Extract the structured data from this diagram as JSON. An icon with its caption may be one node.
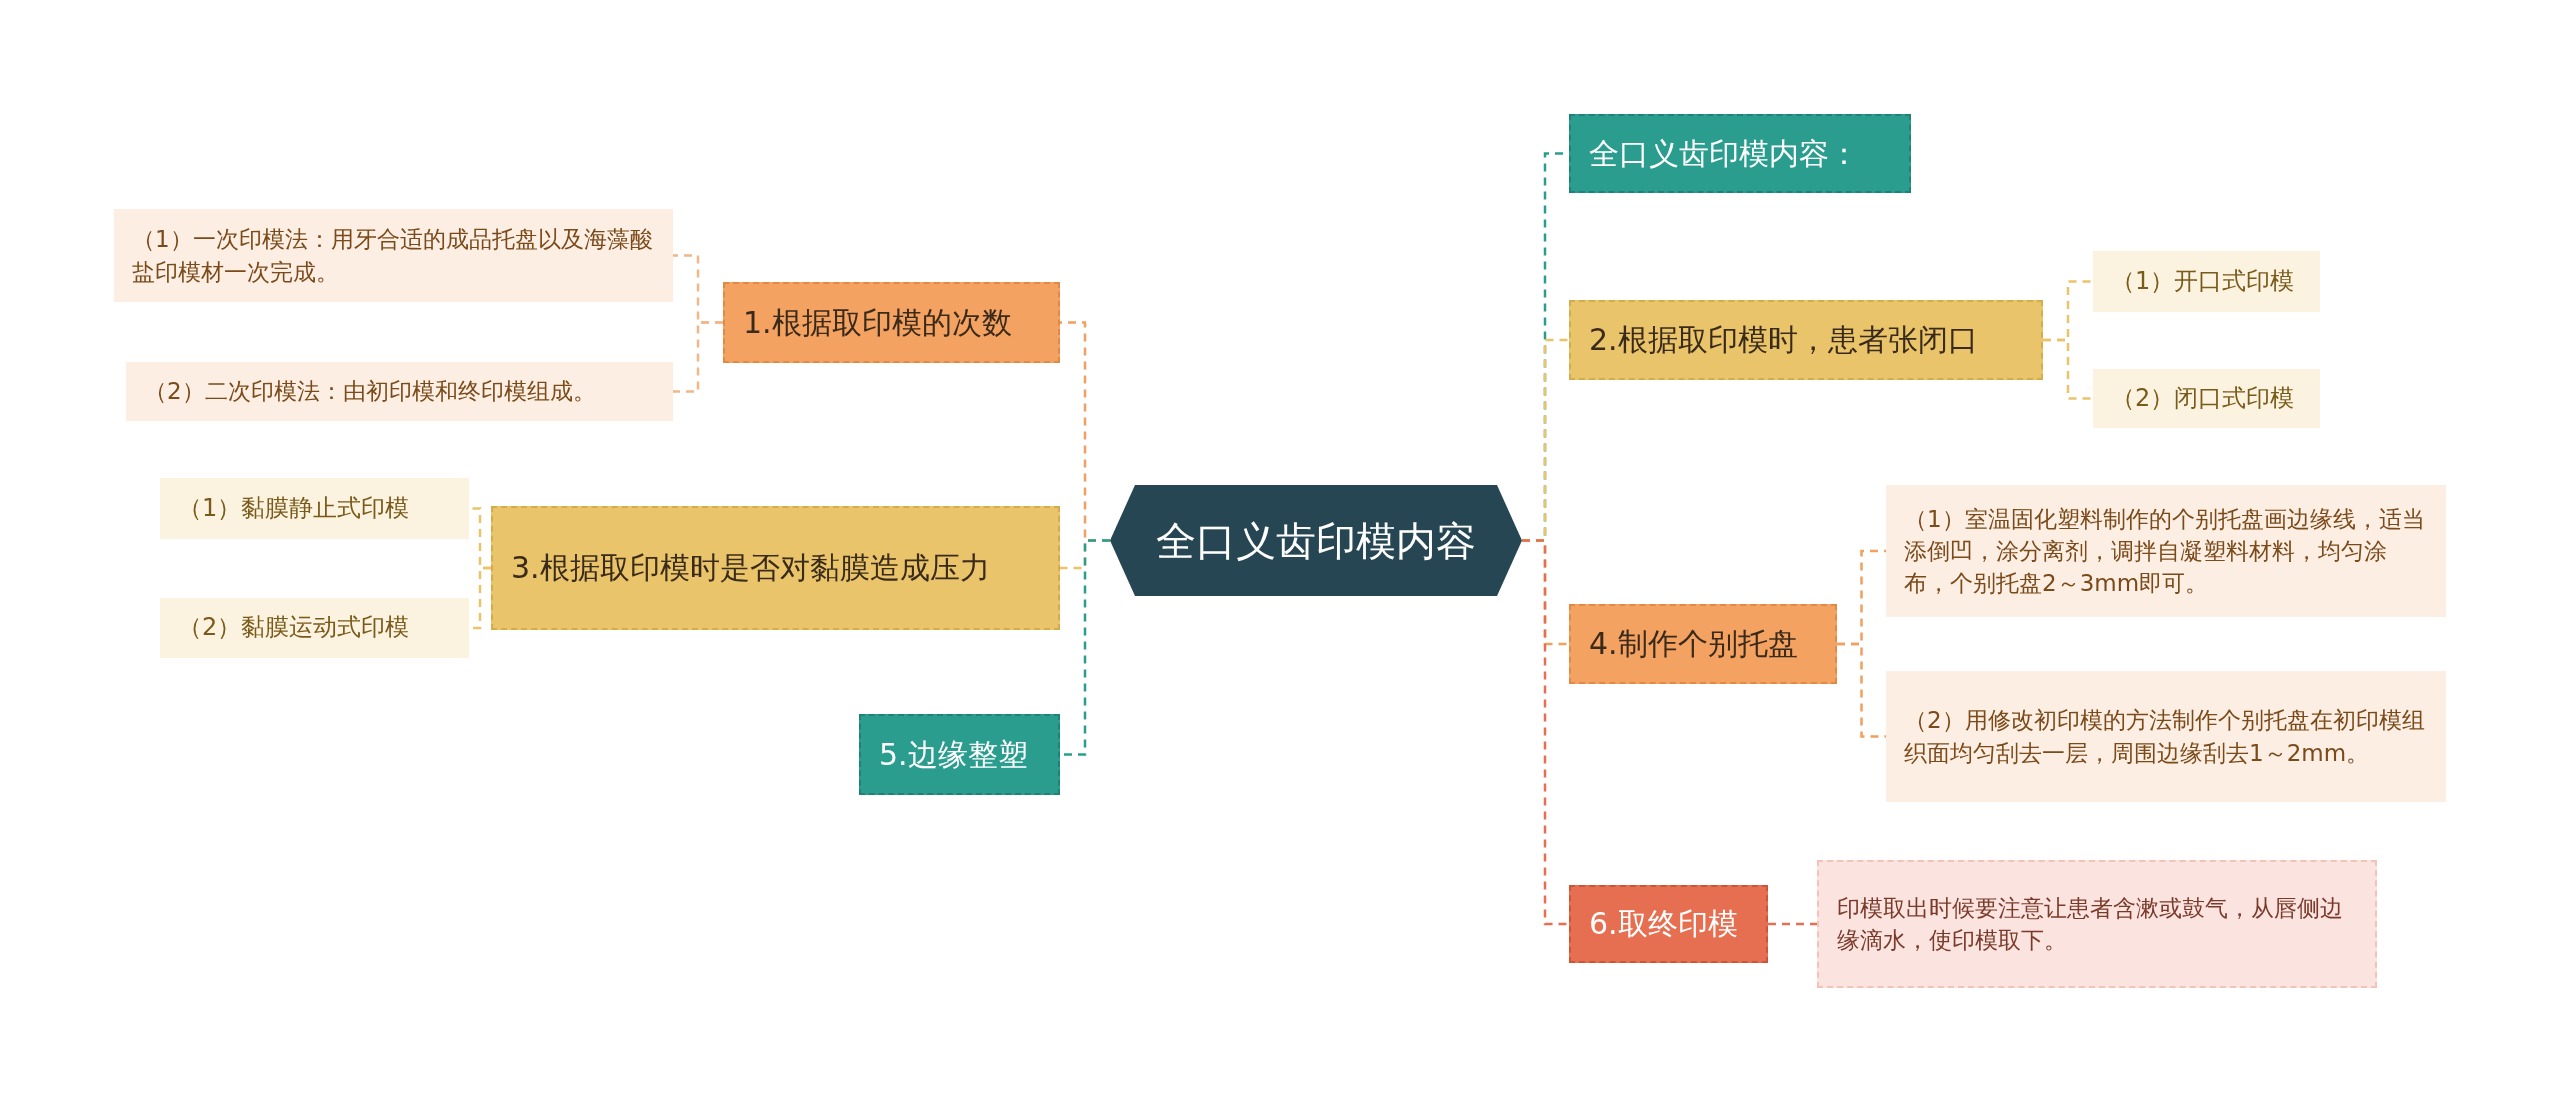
{
  "diagram": {
    "nodes": [
      {
        "text": [
          "全口义齿印模内容"
        ]
      },
      {
        "text": [
          "1.根据取印模的次数"
        ]
      },
      {
        "text": [
          "（1）一次印模法：用牙合适的成品托盘以及海藻酸盐印模材一次完成。"
        ]
      },
      {
        "text": [
          "（2）二次印模法：由初印模和终印模组成。"
        ]
      },
      {
        "text": [
          "3.根据取印模时是否对黏膜造成压力"
        ]
      },
      {
        "text": [
          "（1）黏膜静止式印模"
        ]
      },
      {
        "text": [
          "（2）黏膜运动式印模"
        ]
      },
      {
        "text": [
          "5.边缘整塑"
        ]
      },
      {
        "text": [
          "全口义齿印模内容："
        ]
      },
      {
        "text": [
          "2.根据取印模时，患者张闭口"
        ]
      },
      {
        "text": [
          "（1）开口式印模"
        ]
      },
      {
        "text": [
          "（2）闭口式印模"
        ]
      },
      {
        "text": [
          "4.制作个别托盘"
        ]
      },
      {
        "text": [
          "（1）室温固化塑料制作的个别托盘画边缘线，适当添倒凹，涂分离剂，调拌自凝塑料材料，均匀涂布，个别托盘2～3mm即可。"
        ]
      },
      {
        "text": [
          "（2）用修改初印模的方法制作个别托盘在初印模组织面均匀刮去一层，周围边缘刮去1～2mm。"
        ]
      },
      {
        "text": [
          "6.取终印模"
        ]
      },
      {
        "text": [
          "印模取出时候要注意让患者含漱或鼓气，从唇侧边缘滴水，使印模取下。"
        ]
      }
    ],
    "edges": [
      {
        "from": 0,
        "to": 1,
        "arrow": "none",
        "style": "dashed",
        "color": "#f0a060"
      },
      {
        "from": 1,
        "to": 2,
        "arrow": "none",
        "style": "dashed",
        "color": "#f0b888"
      },
      {
        "from": 1,
        "to": 3,
        "arrow": "none",
        "style": "dashed",
        "color": "#f0b888"
      },
      {
        "from": 0,
        "to": 4,
        "arrow": "none",
        "style": "dashed",
        "color": "#e9c46a"
      },
      {
        "from": 4,
        "to": 5,
        "arrow": "none",
        "style": "dashed",
        "color": "#e9c46a"
      },
      {
        "from": 4,
        "to": 6,
        "arrow": "none",
        "style": "dashed",
        "color": "#e9c46a"
      },
      {
        "from": 0,
        "to": 7,
        "arrow": "none",
        "style": "dashed",
        "color": "#2a9d8f"
      },
      {
        "from": 0,
        "to": 8,
        "arrow": "none",
        "style": "dashed",
        "color": "#2a9d8f"
      },
      {
        "from": 0,
        "to": 9,
        "arrow": "none",
        "style": "dashed",
        "color": "#e9c46a"
      },
      {
        "from": 9,
        "to": 10,
        "arrow": "none",
        "style": "dashed",
        "color": "#e9c46a"
      },
      {
        "from": 9,
        "to": 11,
        "arrow": "none",
        "style": "dashed",
        "color": "#e9c46a"
      },
      {
        "from": 0,
        "to": 12,
        "arrow": "none",
        "style": "dashed",
        "color": "#f0a060"
      },
      {
        "from": 12,
        "to": 13,
        "arrow": "none",
        "style": "dashed",
        "color": "#f0a060"
      },
      {
        "from": 12,
        "to": 14,
        "arrow": "none",
        "style": "dashed",
        "color": "#f0a060"
      },
      {
        "from": 0,
        "to": 15,
        "arrow": "none",
        "style": "dashed",
        "color": "#e76f51"
      },
      {
        "from": 15,
        "to": 16,
        "arrow": "none",
        "style": "dashed",
        "color": "#e76f51"
      }
    ]
  }
}
